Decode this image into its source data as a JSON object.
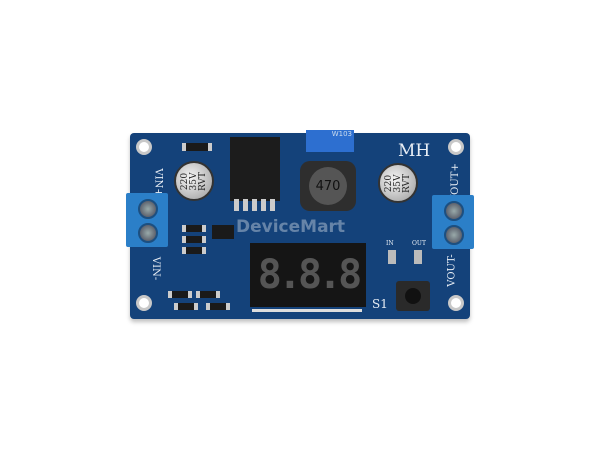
{
  "product": {
    "board_label": "MH",
    "vin_plus": "VIN+",
    "vin_minus": "VIN-",
    "vout_plus": "VOUT+",
    "vout_minus": "VOUT-",
    "capacitor_left": "220\n35V\nRVT",
    "capacitor_right": "220\n35V\nRVT",
    "inductor": "470",
    "potentiometer": "W103",
    "display": "8.8.8",
    "switch_label": "S1",
    "led_in": "IN",
    "led_out": "OUT",
    "watermark": "DeviceMart",
    "colors": {
      "pcb": "#14427a",
      "terminal": "#2b7fc8"
    }
  }
}
